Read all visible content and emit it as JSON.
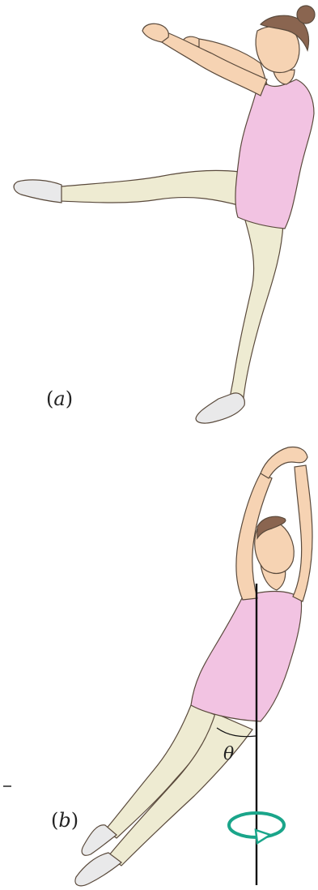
{
  "panels": [
    {
      "label_open": "(",
      "label_letter": "a",
      "label_close": ")"
    },
    {
      "label_open": "(",
      "label_letter": "b",
      "label_close": ")"
    }
  ],
  "angle_label": "θ",
  "colors": {
    "leotard": "#f2c3e2",
    "leotard_shade": "#e6a9d2",
    "tights": "#eeebd2",
    "tights_shade": "#ddd8b4",
    "skin": "#f6d3b3",
    "skin_shade": "#e9b88f",
    "hair": "#8a6550",
    "shoe": "#e9e9ea",
    "outline": "#5a4a3c",
    "axis": "#111111",
    "rotation_arrow": "#1aa58a"
  }
}
